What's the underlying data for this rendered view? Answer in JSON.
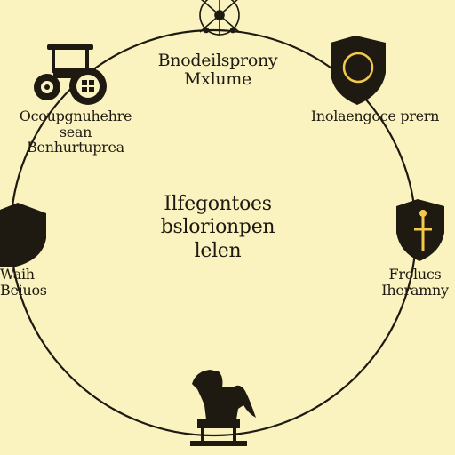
{
  "colors": {
    "background": "#fbf3bf",
    "ink": "#1e1a12"
  },
  "labels": {
    "top": [
      "Bnodeilsprony",
      "Mxlume"
    ],
    "upper_left": [
      "Ocoupgnuhehre",
      "sean",
      "Benhurtuprea"
    ],
    "upper_right": [
      "Inolaengoce prern"
    ],
    "center": [
      "Ilfegontoes",
      "bslorionpen",
      "lelen"
    ],
    "lower_left": [
      "Waih",
      "Beiuos"
    ],
    "lower_right": [
      "Frolucs",
      "Iheramny"
    ]
  },
  "icons": [
    "compass-icon",
    "tractor-icon",
    "shield-ring-icon",
    "shield-icon",
    "shield-sword-icon",
    "horse-statue-icon"
  ]
}
